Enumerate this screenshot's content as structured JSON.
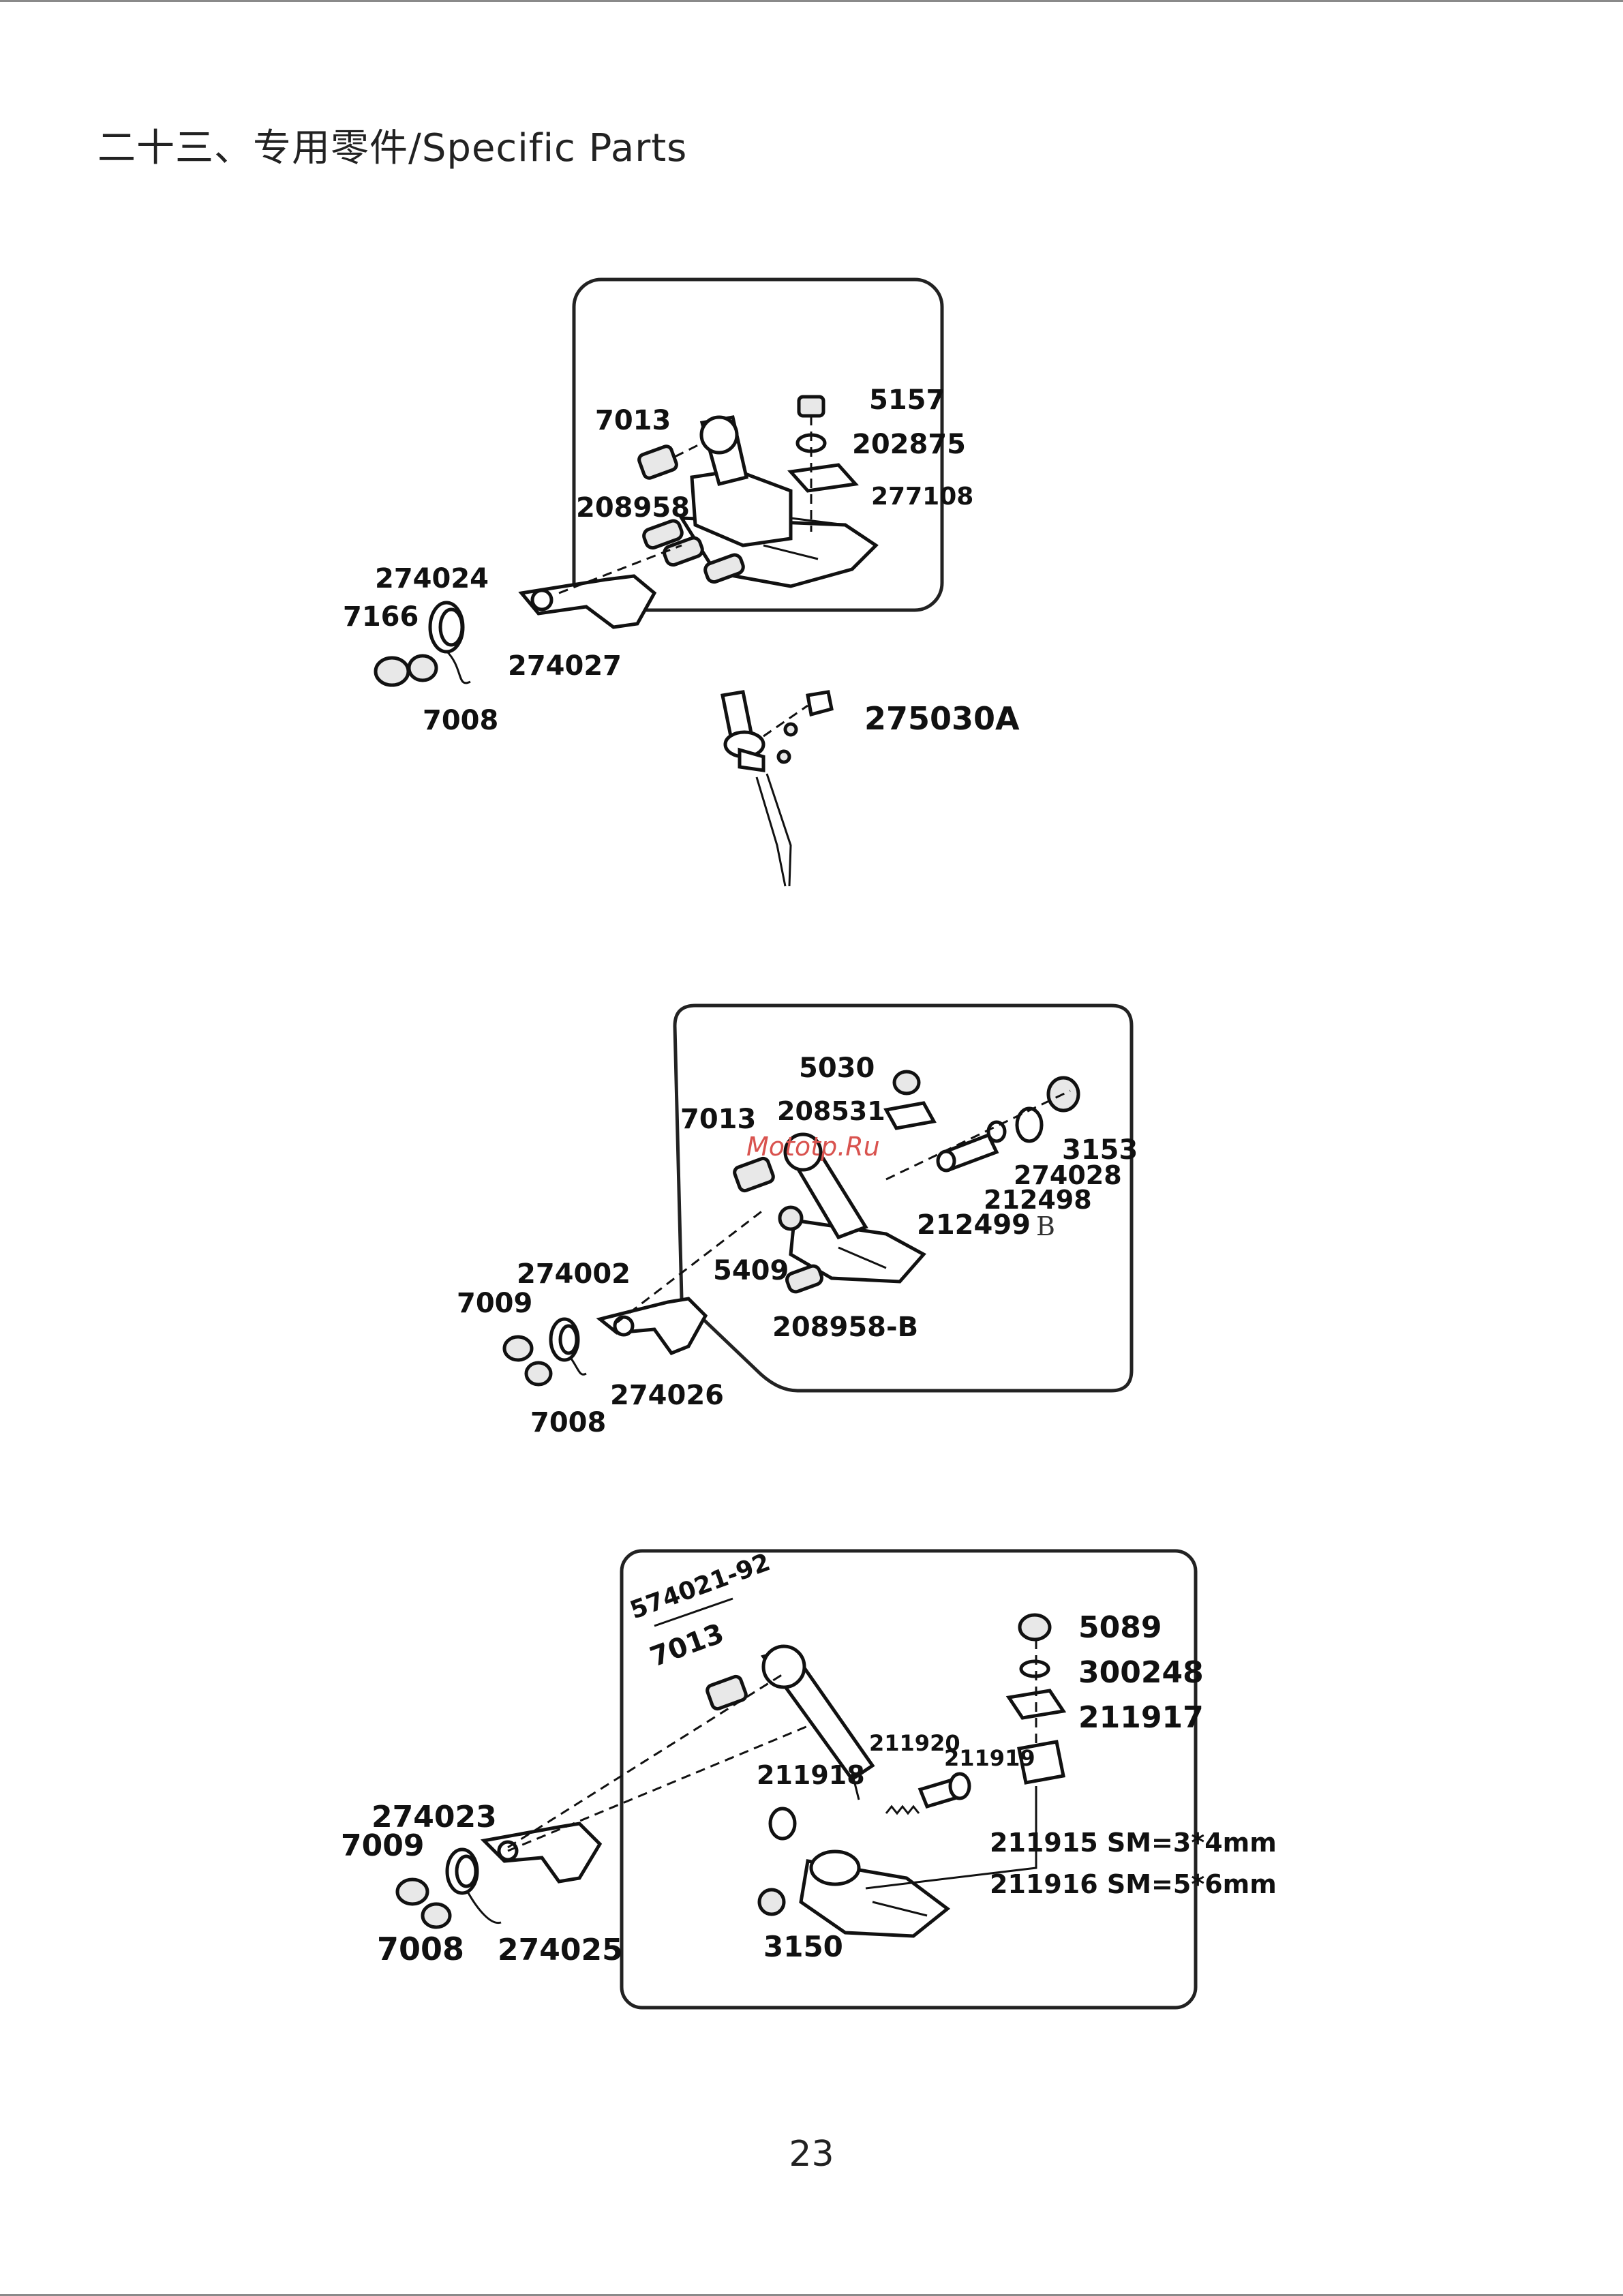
{
  "page": {
    "title": "二十三、专用零件/Specific Parts",
    "page_number": "23",
    "watermark": "Mototp.Ru"
  },
  "diagram1": {
    "labels": [
      "7013",
      "5157",
      "202875",
      "277108",
      "208958",
      "274024",
      "7166",
      "274027",
      "7008",
      "275030A"
    ]
  },
  "diagram2": {
    "labels": [
      "5030",
      "208531",
      "7013",
      "3153",
      "274028",
      "212498",
      "212499",
      "B",
      "5409",
      "274002",
      "7009",
      "208958-B",
      "274026",
      "7008"
    ]
  },
  "diagram3": {
    "labels": [
      "574021-92",
      "7013",
      "5089",
      "300248",
      "211917",
      "211920",
      "211919",
      "211918",
      "274023",
      "7009",
      "211915 SM=3*4mm",
      "211916 SM=5*6mm",
      "7008",
      "274025",
      "3150"
    ]
  }
}
